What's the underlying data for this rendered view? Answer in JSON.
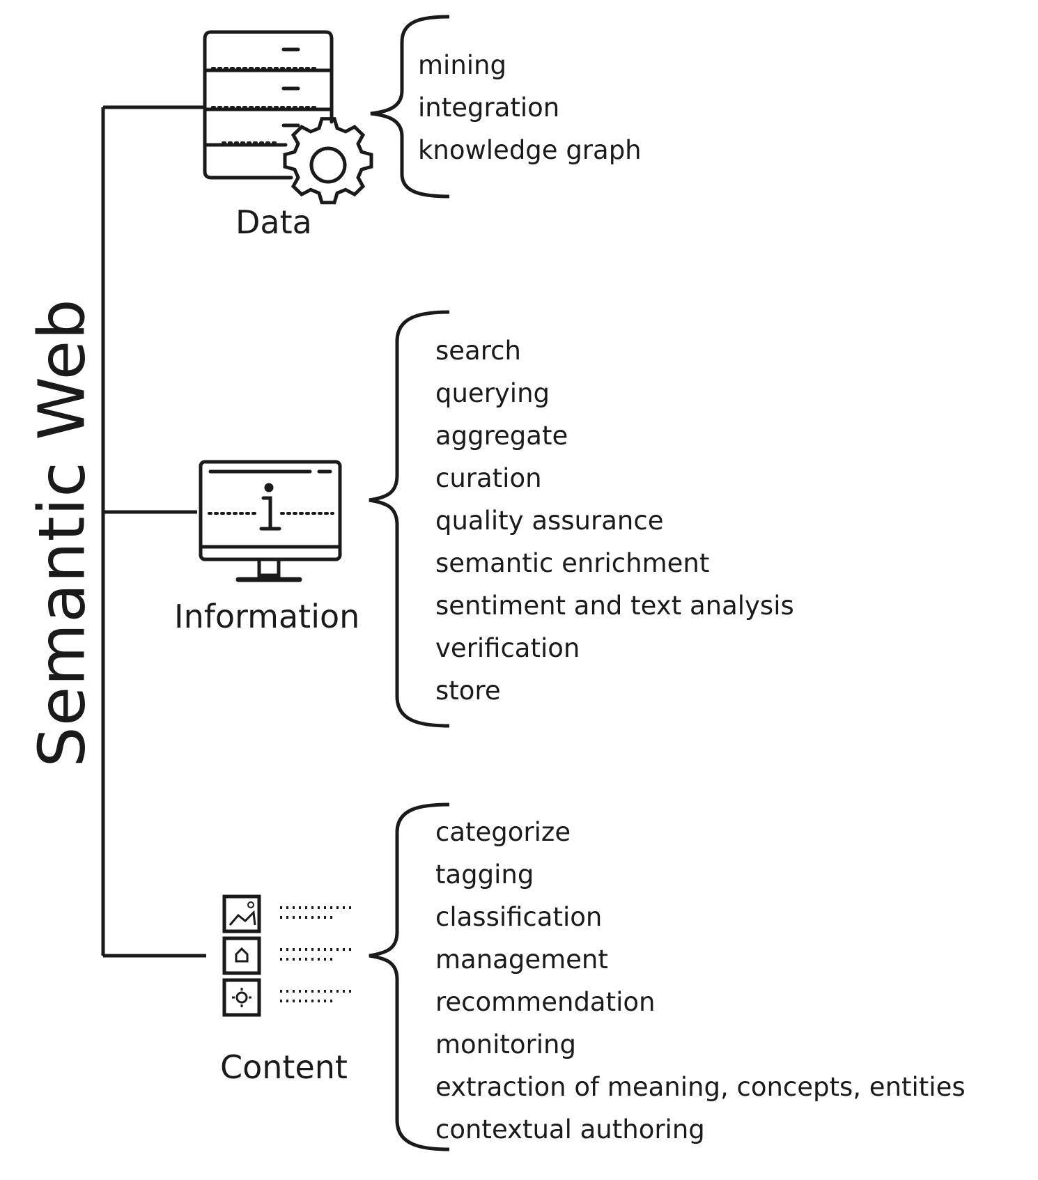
{
  "title": "Semantic Web",
  "categories": [
    {
      "label": "Data",
      "icon": "database-server-gear-icon",
      "items": [
        "mining",
        "integration",
        "knowledge graph"
      ]
    },
    {
      "label": "Information",
      "icon": "monitor-info-icon",
      "items": [
        "search",
        "querying",
        "aggregate",
        "curation",
        "quality assurance",
        "semantic enrichment",
        "sentiment and text analysis",
        "verification",
        "store"
      ]
    },
    {
      "label": "Content",
      "icon": "media-content-list-icon",
      "items": [
        "categorize",
        "tagging",
        "classification",
        "management",
        "recommendation",
        "monitoring",
        "extraction of meaning, concepts, entities",
        "contextual authoring"
      ]
    }
  ],
  "colors": {
    "stroke": "#1a1a1a",
    "background": "#ffffff"
  }
}
